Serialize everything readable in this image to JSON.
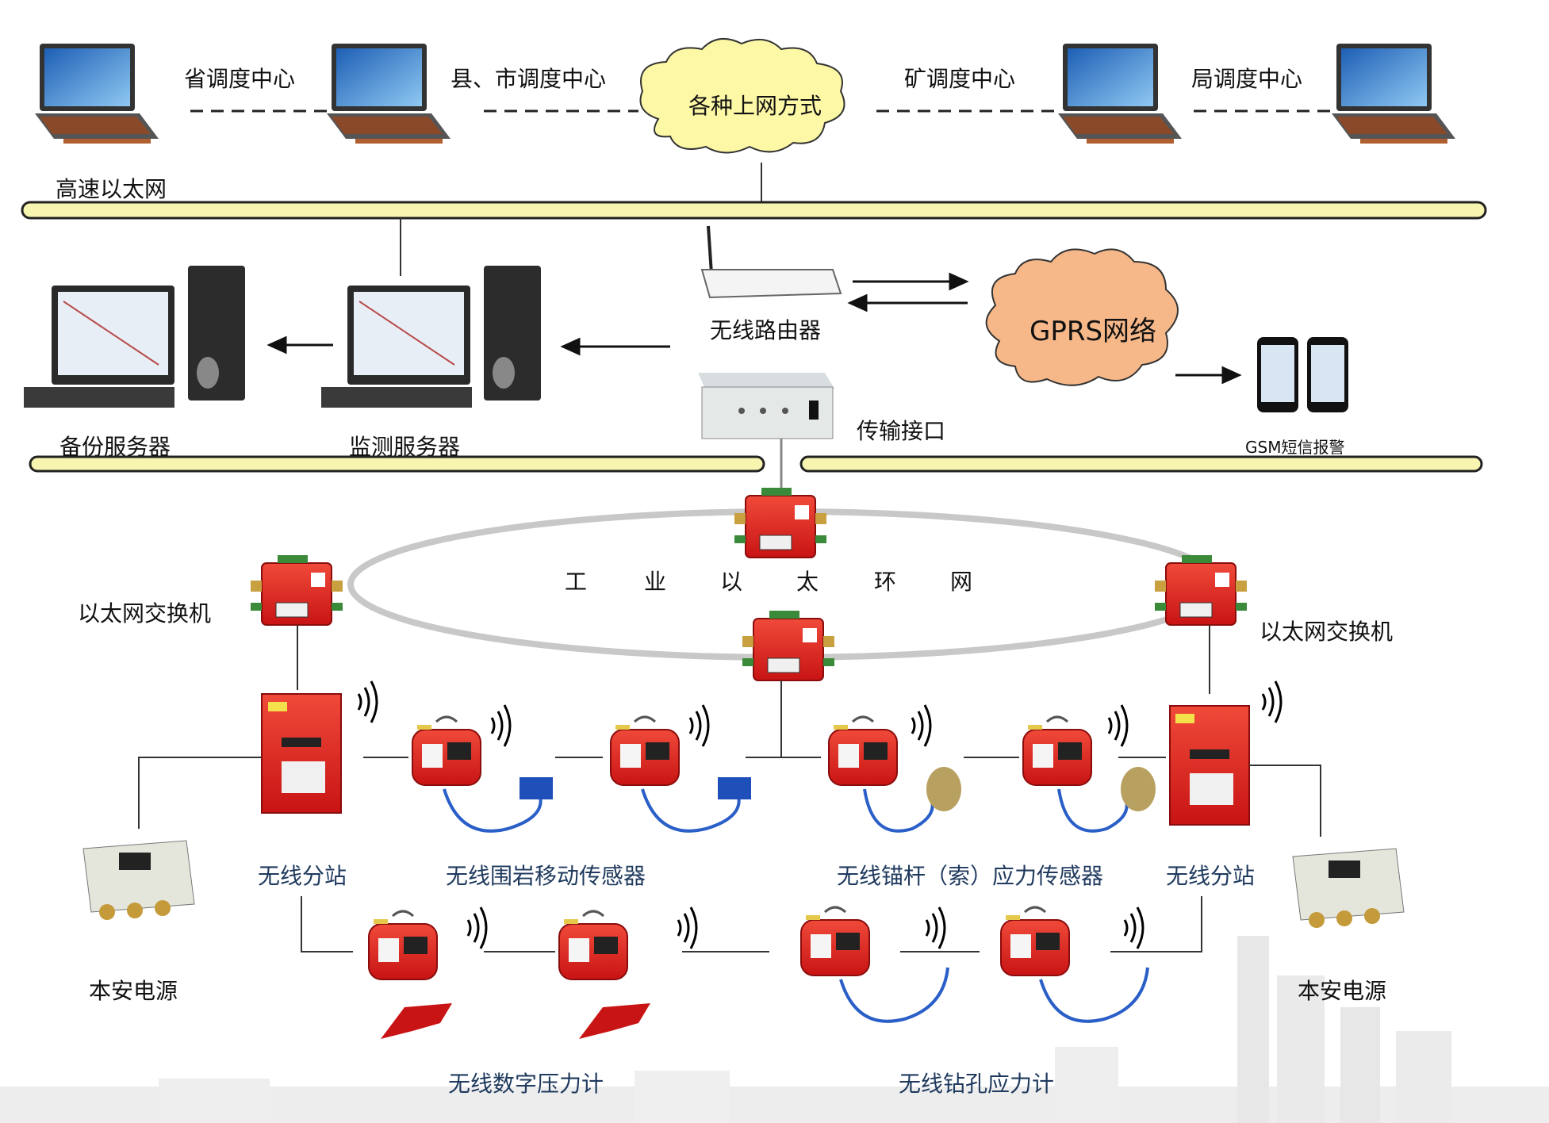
{
  "top_network": {
    "centers": [
      "省调度中心",
      "县、市调度中心",
      "矿调度中心",
      "局调度中心"
    ],
    "cloud_label": "各种上网方式",
    "bus_label": "高速以太网"
  },
  "servers": {
    "backup": "备份服务器",
    "monitor": "监测服务器"
  },
  "router": {
    "label": "无线路由器"
  },
  "gprs": {
    "label": "GPRS网络"
  },
  "sms": {
    "label": "GSM短信报警"
  },
  "interface": {
    "label": "传输接口"
  },
  "ring": {
    "label_chars": [
      "工",
      "业",
      "以",
      "太",
      "环",
      "网"
    ],
    "switch_left": "以太网交换机",
    "switch_right": "以太网交换机"
  },
  "field": {
    "substation_left": "无线分站",
    "substation_right": "无线分站",
    "rock_sensor": "无线围岩移动传感器",
    "anchor_sensor": "无线锚杆（索）应力传感器",
    "power_left": "本安电源",
    "power_right": "本安电源",
    "pressure_gauge": "无线数字压力计",
    "borehole_gauge": "无线钻孔应力计"
  },
  "colors": {
    "bus_fill": "#f8f5b0",
    "cloud_yellow": "#fdf8a6",
    "cloud_orange": "#f6b889",
    "device_red": "#e02020",
    "arrow": "#111111"
  }
}
